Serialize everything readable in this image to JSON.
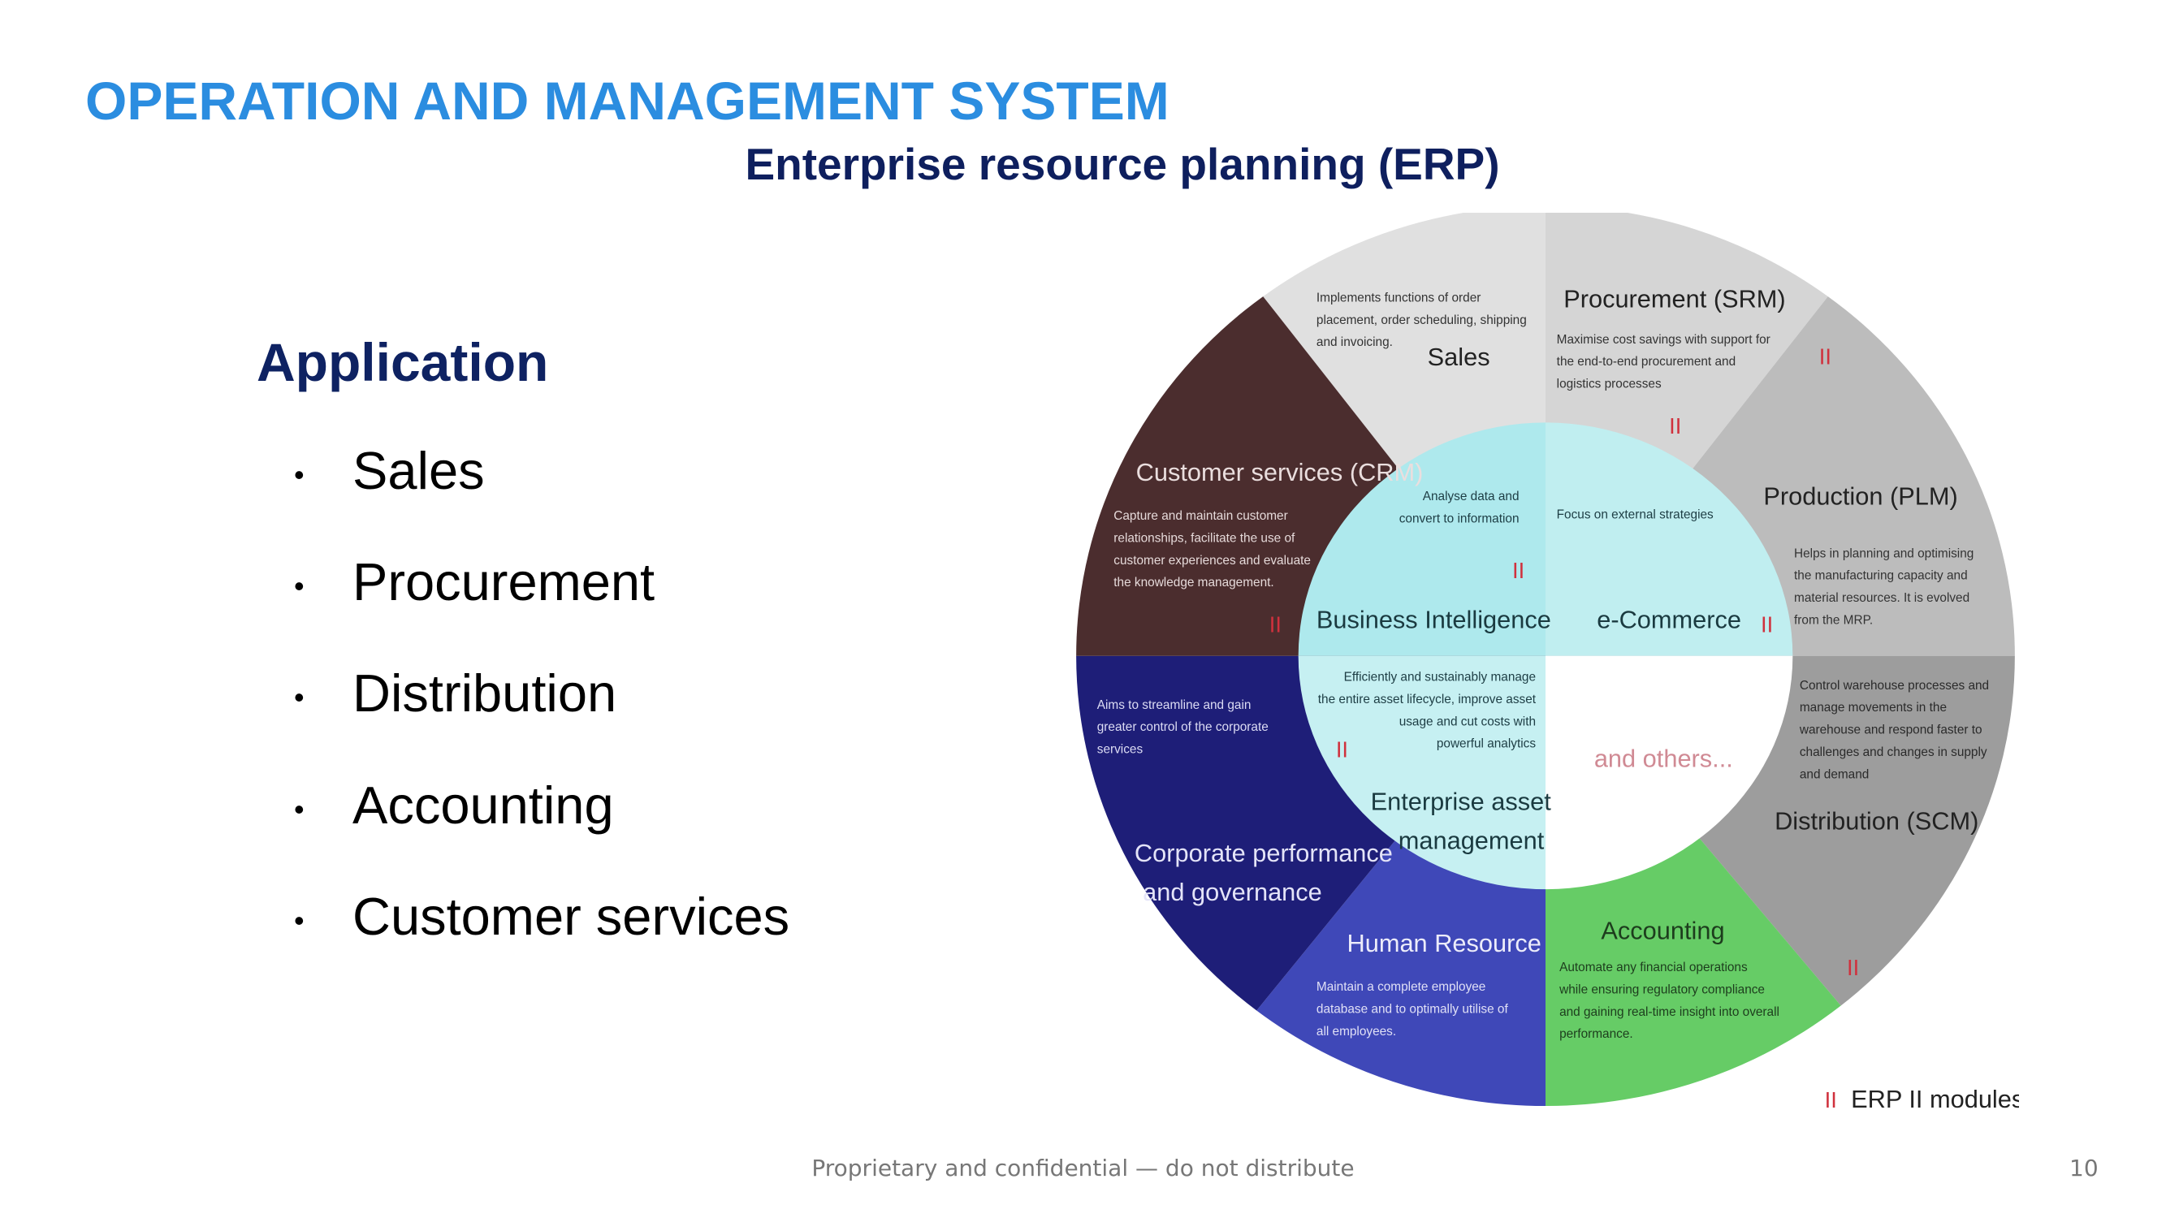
{
  "header": {
    "title": "OPERATION AND MANAGEMENT SYSTEM",
    "subtitle": "Enterprise resource planning (ERP)"
  },
  "application": {
    "heading": "Application",
    "items": [
      "Sales",
      "Procurement",
      "Distribution",
      "Accounting",
      "Customer services"
    ],
    "bullet": "•"
  },
  "diagram": {
    "erp2_mark": "II",
    "legend": "ERP II modules",
    "others": "and others...",
    "modules": {
      "sales": {
        "title": "Sales",
        "desc": [
          "Implements functions of order",
          "placement, order scheduling, shipping",
          "and invoicing."
        ],
        "color": "#e0e0e0"
      },
      "procurement": {
        "title": "Procurement (SRM)",
        "desc": [
          "Maximise cost savings with support for",
          "the end-to-end procurement and",
          "logistics processes"
        ],
        "color": "#d5d5d5"
      },
      "production": {
        "title": "Production (PLM)",
        "desc": [
          "Helps in planning and optimising",
          "the manufacturing capacity and",
          "material resources. It is evolved",
          "from the MRP."
        ],
        "color": "#bcbcbc"
      },
      "distribution": {
        "title": "Distribution (SCM)",
        "desc": [
          "Control warehouse processes and",
          "manage movements in the",
          "warehouse and respond faster to",
          "challenges and changes in supply",
          "and demand"
        ],
        "color": "#9d9d9d"
      },
      "accounting": {
        "title": "Accounting",
        "desc": [
          "Automate any financial operations",
          "while ensuring regulatory compliance",
          "and gaining real-time insight into overall",
          "performance."
        ],
        "color": "#66cc66"
      },
      "hr": {
        "title": "Human Resource",
        "desc": [
          "Maintain a complete employee",
          "database and to optimally utilise of",
          "all  employees."
        ],
        "color": "#3f48b8"
      },
      "corporate": {
        "title": [
          "Corporate performance",
          "and governance"
        ],
        "desc": [
          "Aims to streamline and gain",
          "greater control of the corporate",
          "services"
        ],
        "color": "#1e1e78"
      },
      "crm": {
        "title": "Customer services (CRM)",
        "desc": [
          "Capture and maintain customer",
          "relationships, facilitate the use of",
          "customer experiences and evaluate",
          "the knowledge management."
        ],
        "color": "#4b2d2e"
      },
      "bi": {
        "title": "Business Intelligence",
        "desc": [
          "Analyse data and",
          "convert to information"
        ],
        "color": "#aee9ed"
      },
      "ecommerce": {
        "title": "e-Commerce",
        "desc": [
          "Focus on external strategies"
        ],
        "color": "#c0eef0"
      },
      "eam": {
        "title": [
          "Enterprise asset",
          "management"
        ],
        "desc": [
          "Efficiently and sustainably manage",
          "the entire asset lifecycle, improve asset",
          "usage and cut costs with",
          "powerful analytics"
        ],
        "color": "#c6f0f2"
      }
    }
  },
  "footer": {
    "text": "Proprietary and confidential — do not distribute",
    "page": "10"
  }
}
